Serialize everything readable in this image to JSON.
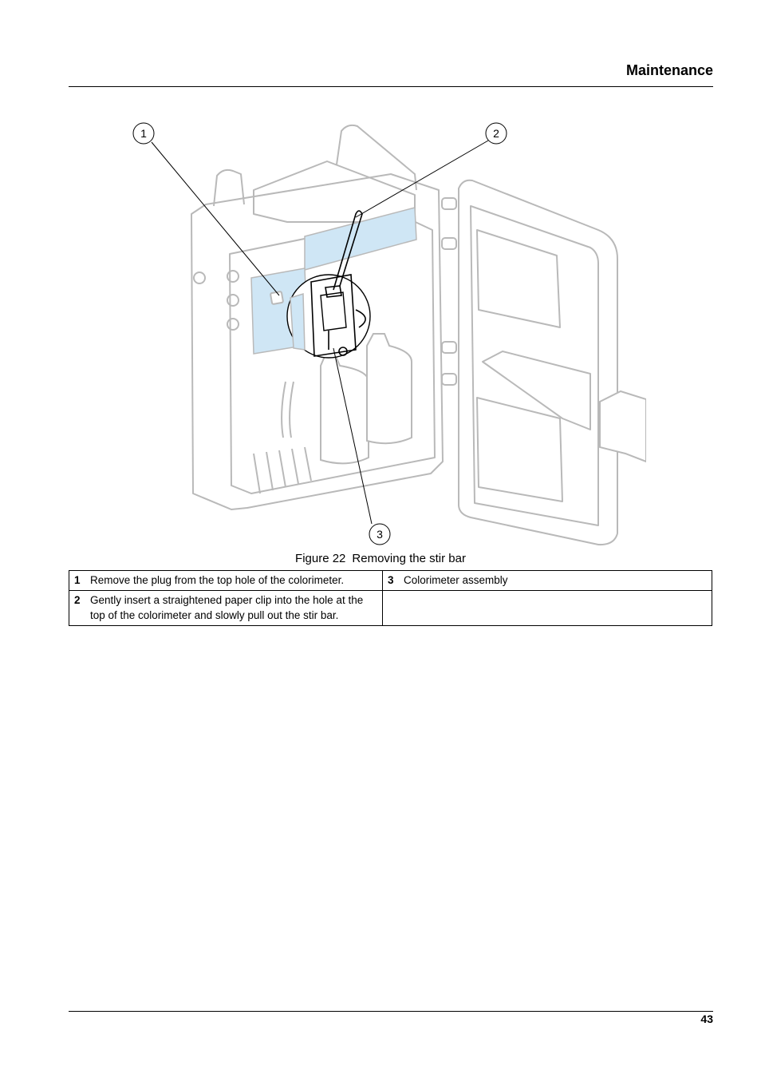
{
  "header": {
    "section_title": "Maintenance"
  },
  "figure": {
    "number_label": "Figure 22",
    "caption": "Removing the stir bar",
    "callouts": [
      "1",
      "2",
      "3"
    ]
  },
  "legend": {
    "rows": [
      {
        "left_num": "1",
        "left_text": "Remove the plug from the top hole of the colorimeter.",
        "right_num": "3",
        "right_text": "Colorimeter assembly"
      },
      {
        "left_num": "2",
        "left_text": "Gently insert a straightened paper clip into the hole at the top of the colorimeter and slowly pull out the stir bar.",
        "right_num": "",
        "right_text": ""
      }
    ]
  },
  "footer": {
    "page_number": "43"
  }
}
